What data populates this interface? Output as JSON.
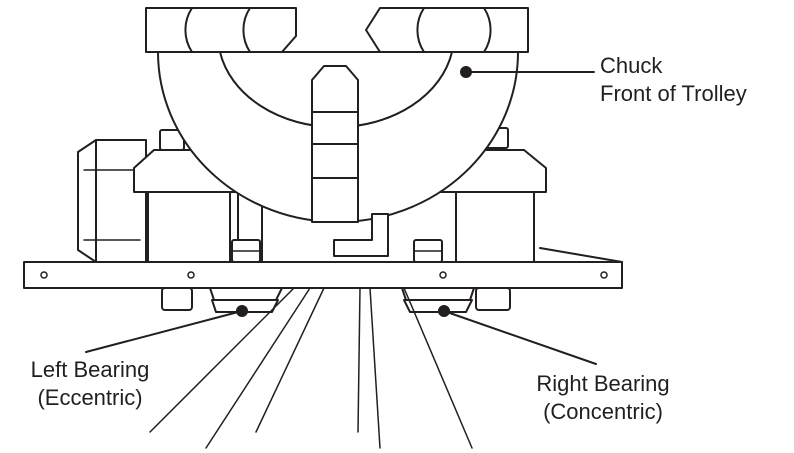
{
  "labels": {
    "chuck": {
      "line1": "Chuck",
      "line2": "Front of Trolley"
    },
    "left_bearing": {
      "line1": "Left Bearing",
      "line2": "(Eccentric)"
    },
    "right_bearing": {
      "line1": "Right Bearing",
      "line2": "(Concentric)"
    }
  },
  "colors": {
    "stroke": "#231f20",
    "fill": "#ffffff"
  }
}
